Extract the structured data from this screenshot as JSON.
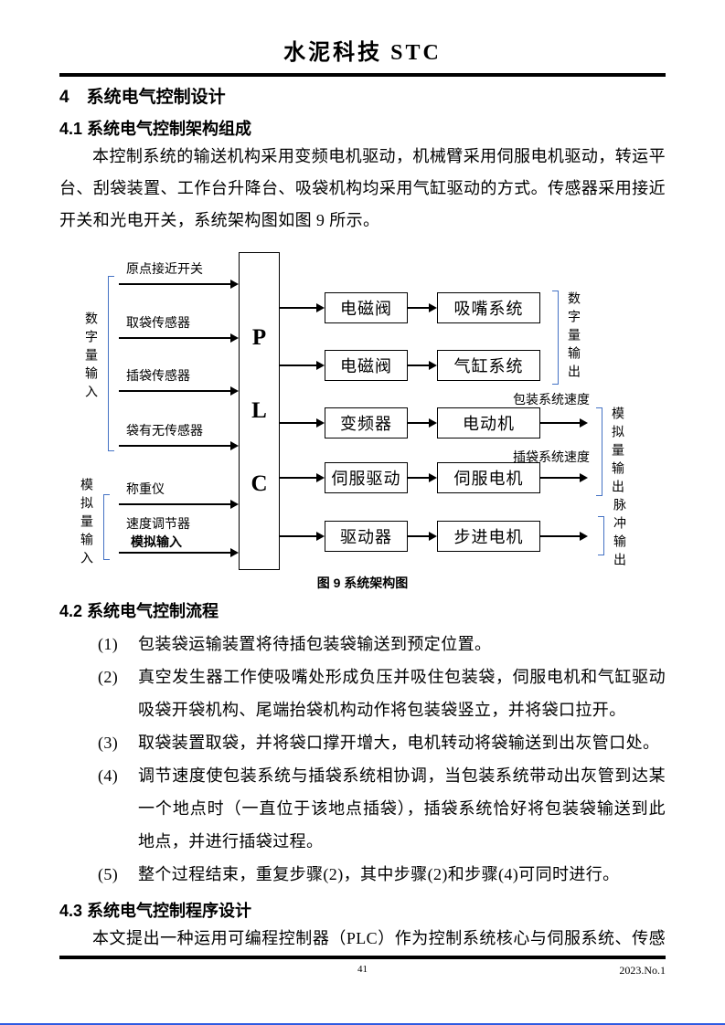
{
  "header": {
    "journal_title": "水泥科技 STC"
  },
  "sections": {
    "s4": {
      "title": "4　系统电气控制设计"
    },
    "s41": {
      "title": "4.1 系统电气控制架构组成",
      "paragraph": "本控制系统的输送机构采用变频电机驱动，机械臂采用伺服电机驱动，转运平台、刮袋装置、工作台升降台、吸袋机构均采用气缸驱动的方式。传感器采用接近开关和光电开关，系统架构图如图 9 所示。"
    },
    "s42": {
      "title": "4.2 系统电气控制流程",
      "items": [
        {
          "num": "(1)",
          "text": "包装袋运输装置将待插包装袋输送到预定位置。"
        },
        {
          "num": "(2)",
          "text": "真空发生器工作使吸嘴处形成负压并吸住包装袋，伺服电机和气缸驱动吸袋开袋机构、尾端抬袋机构动作将包装袋竖立，并将袋口拉开。"
        },
        {
          "num": "(3)",
          "text": "取袋装置取袋，并将袋口撑开增大，电机转动将袋输送到出灰管口处。"
        },
        {
          "num": "(4)",
          "text": "调节速度使包装系统与插袋系统相协调，当包装系统带动出灰管到达某一个地点时（一直位于该地点插袋），插袋系统恰好将包装袋输送到此地点，并进行插袋过程。"
        },
        {
          "num": "(5)",
          "text": "整个过程结束，重复步骤(2)，其中步骤(2)和步骤(4)可同时进行。"
        }
      ]
    },
    "s43": {
      "title": "4.3 系统电气控制程序设计",
      "paragraph": "本文提出一种运用可编程控制器（PLC）作为控制系统核心与伺服系统、传感"
    }
  },
  "diagram": {
    "caption": "图 9 系统架构图",
    "plc": [
      "P",
      "L",
      "C"
    ],
    "inputs": [
      {
        "label": "原点接近开关"
      },
      {
        "label": "取袋传感器"
      },
      {
        "label": "插袋传感器"
      },
      {
        "label": "袋有无传感器"
      },
      {
        "label": "称重仪"
      },
      {
        "label": "速度调节器",
        "label2": "模拟输入"
      }
    ],
    "input_groups": [
      {
        "label": "数字量输入"
      },
      {
        "label": "模拟量输入"
      }
    ],
    "output_rows": [
      {
        "driver": "电磁阀",
        "device": "吸嘴系统"
      },
      {
        "driver": "电磁阀",
        "device": "气缸系统"
      },
      {
        "driver": "变频器",
        "device": "电动机",
        "speed_label": "包装系统速度"
      },
      {
        "driver": "伺服驱动",
        "device": "伺服电机",
        "speed_label": "插袋系统速度"
      },
      {
        "driver": "驱动器",
        "device": "步进电机"
      }
    ],
    "output_groups": [
      {
        "label": "数字量输出"
      },
      {
        "label": "模拟量输出"
      },
      {
        "label": "脉冲输出"
      }
    ]
  },
  "footer": {
    "page_number": "41",
    "issue": "2023.No.1"
  },
  "colors": {
    "rule": "#000000",
    "bracket": "#4472c4",
    "bottom_edge": "#2e5be2"
  }
}
